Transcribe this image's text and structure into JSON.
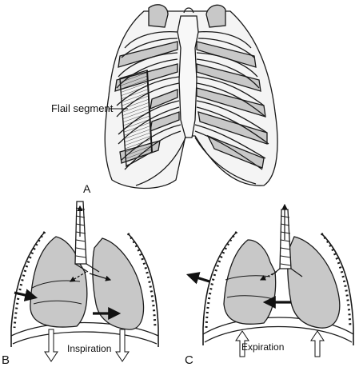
{
  "labels": {
    "flail_segment": "Flail segment",
    "panel_a": "A",
    "panel_b": "B",
    "panel_c": "C",
    "inspiration": "Inspiration",
    "expiration": "Expiration"
  },
  "colors": {
    "lung_fill": "#c8c8c8",
    "line": "#1a1a1a",
    "background": "#ffffff"
  }
}
